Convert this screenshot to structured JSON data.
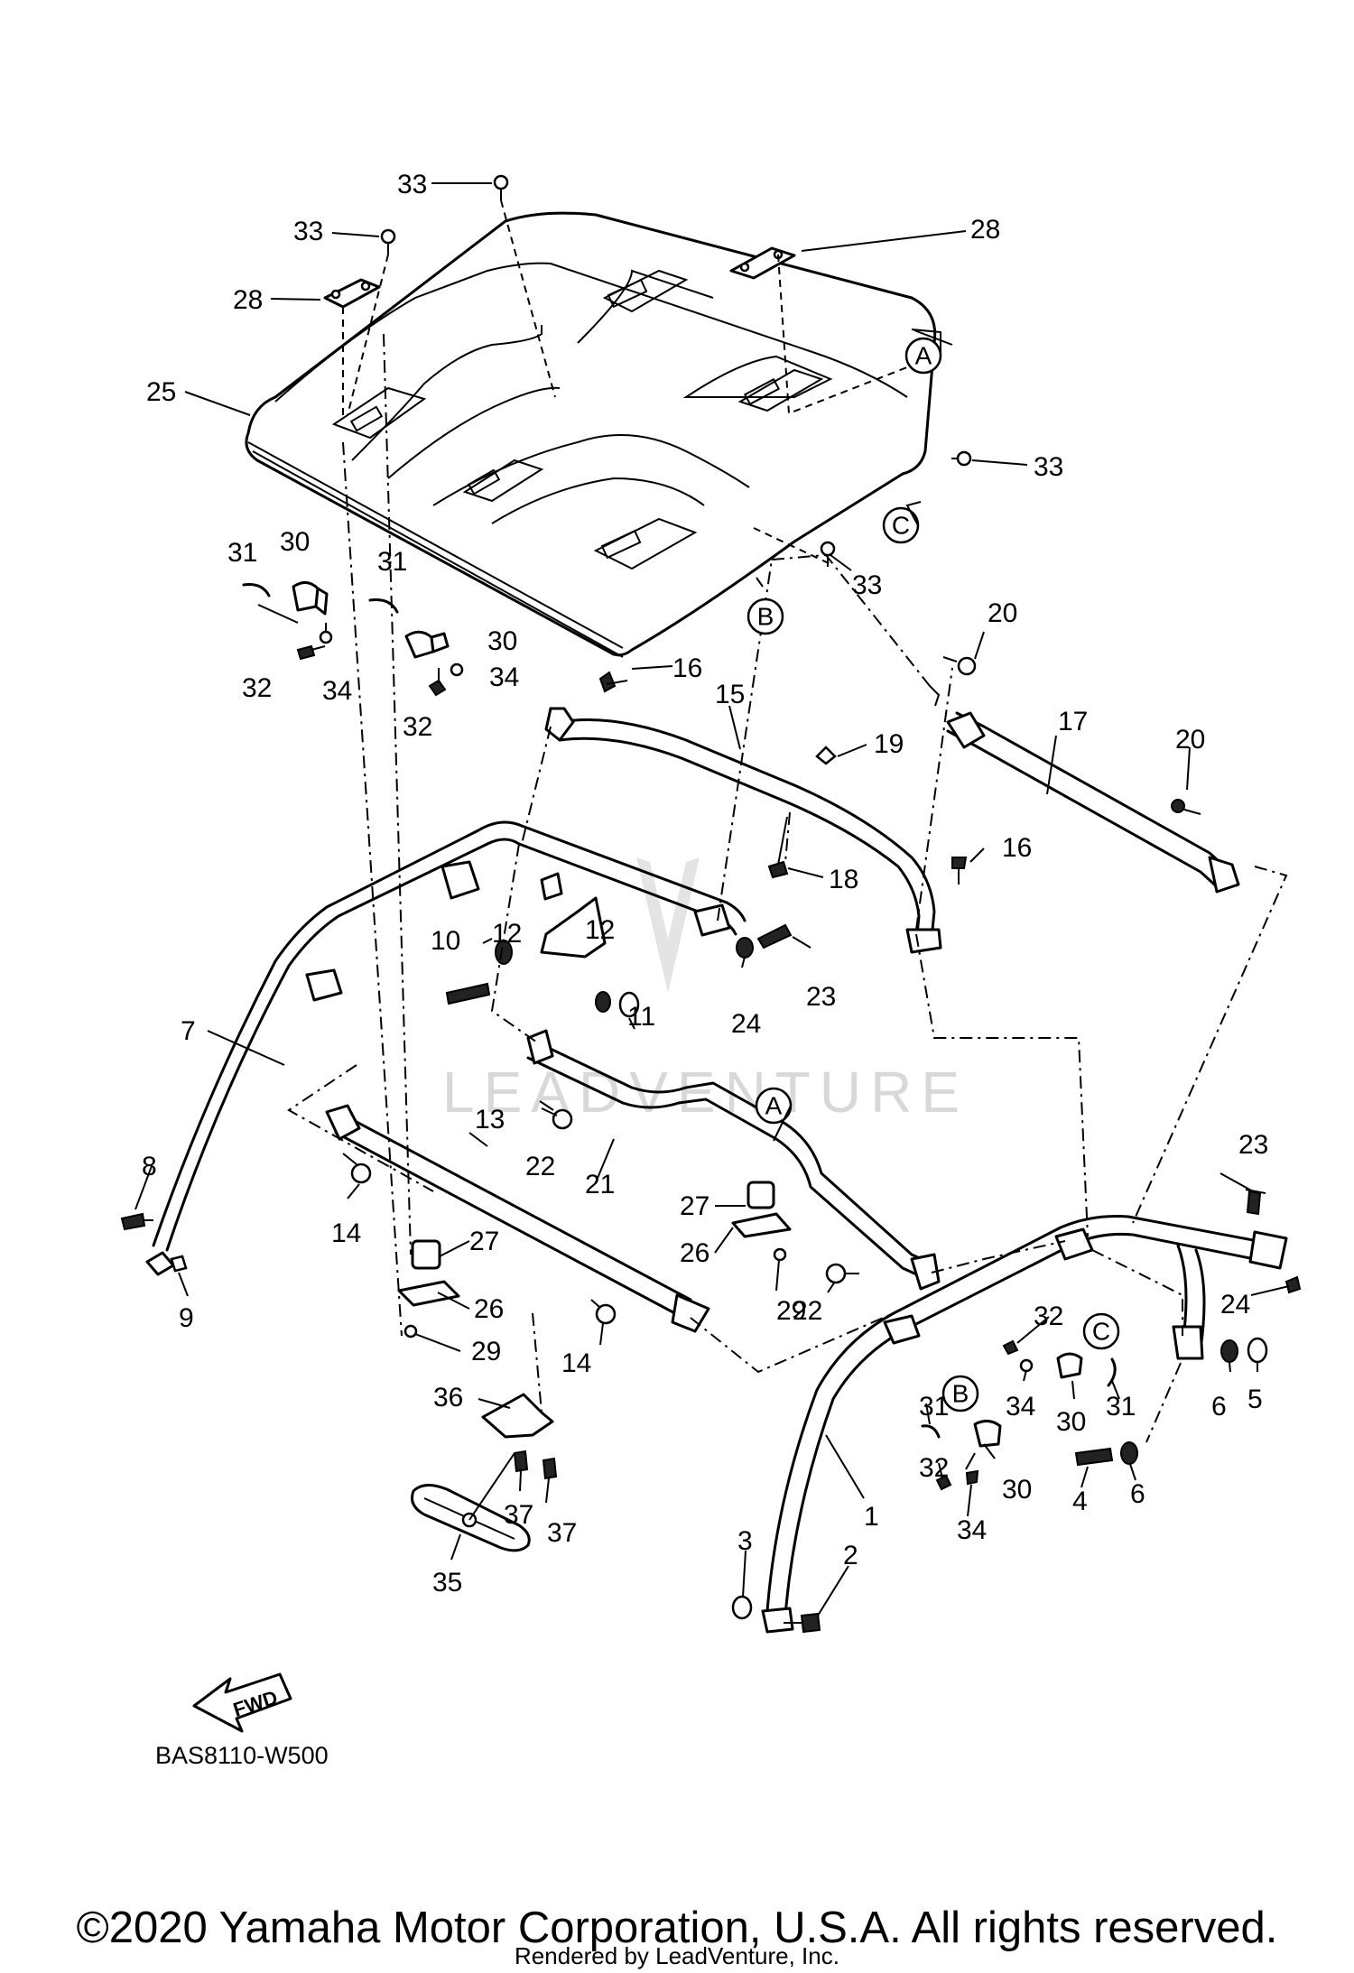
{
  "diagram_code": "BAS8110-W500",
  "fwd_label": "FWD",
  "watermark_text": "LEADVENTURE",
  "copyright": "©2020 Yamaha Motor Corporation, U.S.A. All rights reserved.",
  "rendered_by": "Rendered by LeadVenture, Inc.",
  "ref_markers": [
    "A",
    "B",
    "C"
  ],
  "callouts": [
    "1",
    "2",
    "3",
    "4",
    "5",
    "6",
    "7",
    "8",
    "9",
    "10",
    "11",
    "12",
    "13",
    "14",
    "15",
    "16",
    "17",
    "18",
    "19",
    "20",
    "21",
    "22",
    "23",
    "24",
    "25",
    "26",
    "27",
    "28",
    "29",
    "30",
    "31",
    "32",
    "33",
    "34",
    "35",
    "36",
    "37"
  ],
  "colors": {
    "line": "#000000",
    "background": "#ffffff",
    "watermark": "#d8d8d8"
  }
}
